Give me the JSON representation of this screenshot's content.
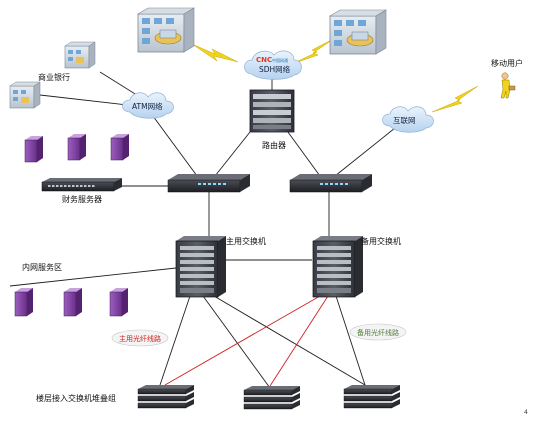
{
  "labels": {
    "commercial_bank": "商业银行",
    "atm_network": "ATM网络",
    "sdh_brand": "CNC",
    "sdh_brand_cn": "中国网通",
    "sdh_network": "SDH网络",
    "router": "路由器",
    "mobile_user": "移动用户",
    "internet": "互联网",
    "finance_servers": "财务服务器",
    "main_switch": "主用交换机",
    "backup_switch": "备用交换机",
    "intranet_servers": "内网服务区",
    "main_fiber": "主用光纤线路",
    "backup_fiber": "备用光纤线路",
    "floor_stack": "楼层接入交换机堆叠组",
    "page_number": "4"
  },
  "colors": {
    "server_purple": "#7a3f9a",
    "cloud_fill": "#c7def5",
    "lightning": "#f2d21a",
    "red_link": "#d02020",
    "black_link": "#202020",
    "switch_dark": "#2b2d33"
  }
}
